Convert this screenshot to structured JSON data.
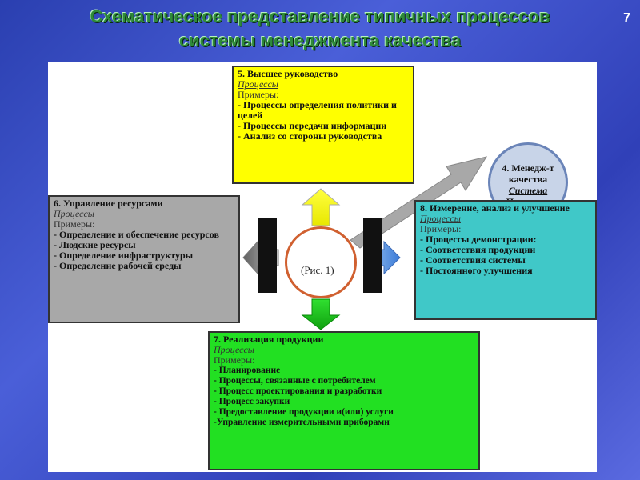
{
  "slide": {
    "title_line1": "Схематическое представление типичных процессов",
    "title_line2": "системы менеджмента качества",
    "number": "7"
  },
  "box5": {
    "head": "5. Высшее руководство",
    "sub": "Процессы",
    "examples": "Примеры:",
    "items": [
      "- Процессы определения политики и целей",
      "- Процессы передачи информации",
      "- Анализ со стороны руководства"
    ],
    "color": "#ffff00"
  },
  "circle4": {
    "line1": "4. Менедж-т",
    "line2": "качества",
    "sub": "Система",
    "line4": "Процессы"
  },
  "box6": {
    "head": "6. Управление ресурсами",
    "sub": "Процессы",
    "examples": "Примеры:",
    "items": [
      "- Определение и обеспечение ресурсов",
      "- Людские ресурсы",
      "- Определение инфраструктуры",
      "- Определение рабочей среды"
    ],
    "color": "#a8a8a8"
  },
  "box8": {
    "head": "8. Измерение, анализ и улучшение",
    "sub": "Процессы",
    "examples": "Примеры:",
    "items": [
      "- Процессы демонстрации:",
      "- Соответствия продукции",
      "- Соответствия системы",
      "- Постоянного улучшения"
    ],
    "color": "#40c8c8"
  },
  "box7": {
    "head": "7. Реализация продукции",
    "sub": "Процессы",
    "examples": "Примеры:",
    "items": [
      "- Планирование",
      "- Процессы, связанные с потребителем",
      "- Процесс проектирования и разработки",
      "- Процесс закупки",
      "- Предоставление продукции и(или) услуги",
      "-Управление измерительными приборами"
    ],
    "color": "#22e022"
  },
  "center": {
    "label": "(Рис. 1)"
  }
}
